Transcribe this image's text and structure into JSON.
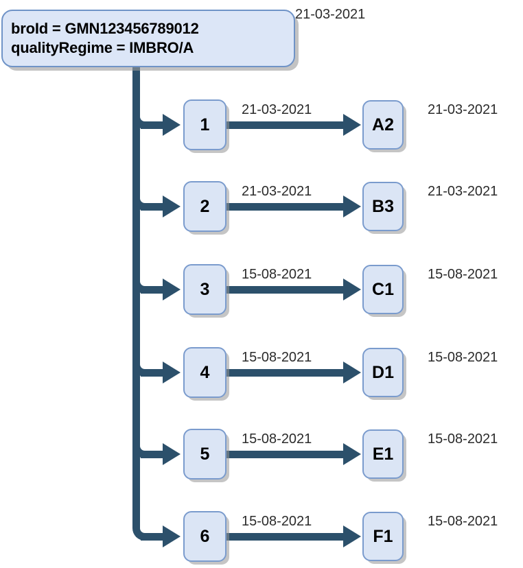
{
  "root": {
    "line1": "broId = GMN123456789012",
    "line2": "qualityRegime = IMBRO/A",
    "date": "21-03-2021"
  },
  "colors": {
    "connector": "#2c506b",
    "node_fill": "#dbe5f5",
    "node_border": "#7a9bcd",
    "text": "#000000"
  },
  "rows": [
    {
      "left_label": "1",
      "edge_date": "21-03-2021",
      "right_label": "A2",
      "row_date": "21-03-2021"
    },
    {
      "left_label": "2",
      "edge_date": "21-03-2021",
      "right_label": "B3",
      "row_date": "21-03-2021"
    },
    {
      "left_label": "3",
      "edge_date": "15-08-2021",
      "right_label": "C1",
      "row_date": "15-08-2021"
    },
    {
      "left_label": "4",
      "edge_date": "15-08-2021",
      "right_label": "D1",
      "row_date": "15-08-2021"
    },
    {
      "left_label": "5",
      "edge_date": "15-08-2021",
      "right_label": "E1",
      "row_date": "15-08-2021"
    },
    {
      "left_label": "6",
      "edge_date": "15-08-2021",
      "right_label": "F1",
      "row_date": "15-08-2021"
    }
  ]
}
